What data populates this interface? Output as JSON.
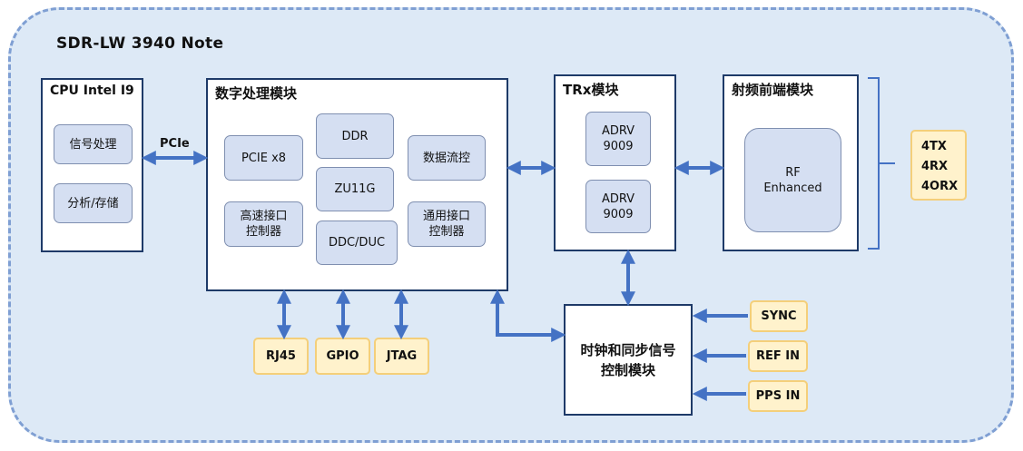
{
  "title": "SDR-LW 3940 Note",
  "cpu": {
    "title": "CPU Intel I9",
    "modules": [
      "信号处理",
      "分析/存储"
    ]
  },
  "link_label": "PCIe",
  "digital": {
    "title": "数字处理模块",
    "modules": {
      "pcie": "PCIE x8",
      "ddr": "DDR",
      "zu11g": "ZU11G",
      "ddc": "DDC/DUC",
      "hs_if": "高速接口\n控制器",
      "dataflow": "数据流控",
      "gp_if": "通用接口\n控制器"
    }
  },
  "trx": {
    "title": "TRx模块",
    "chips": [
      "ADRV\n9009",
      "ADRV\n9009"
    ]
  },
  "rf": {
    "title": "射频前端模块",
    "module": "RF\nEnhanced"
  },
  "rf_ports": [
    "4TX",
    "4RX",
    "4ORX"
  ],
  "clock": {
    "title": "时钟和同步信号\n控制模块"
  },
  "io_ports": [
    "RJ45",
    "GPIO",
    "JTAG"
  ],
  "clock_inputs": [
    "SYNC",
    "REF IN",
    "PPS IN"
  ],
  "colors": {
    "arrow": "#4472c4",
    "outline": "#1e3a68",
    "background": "#dde9f6",
    "module": "#d5dff2",
    "external": "#fff2cc"
  }
}
